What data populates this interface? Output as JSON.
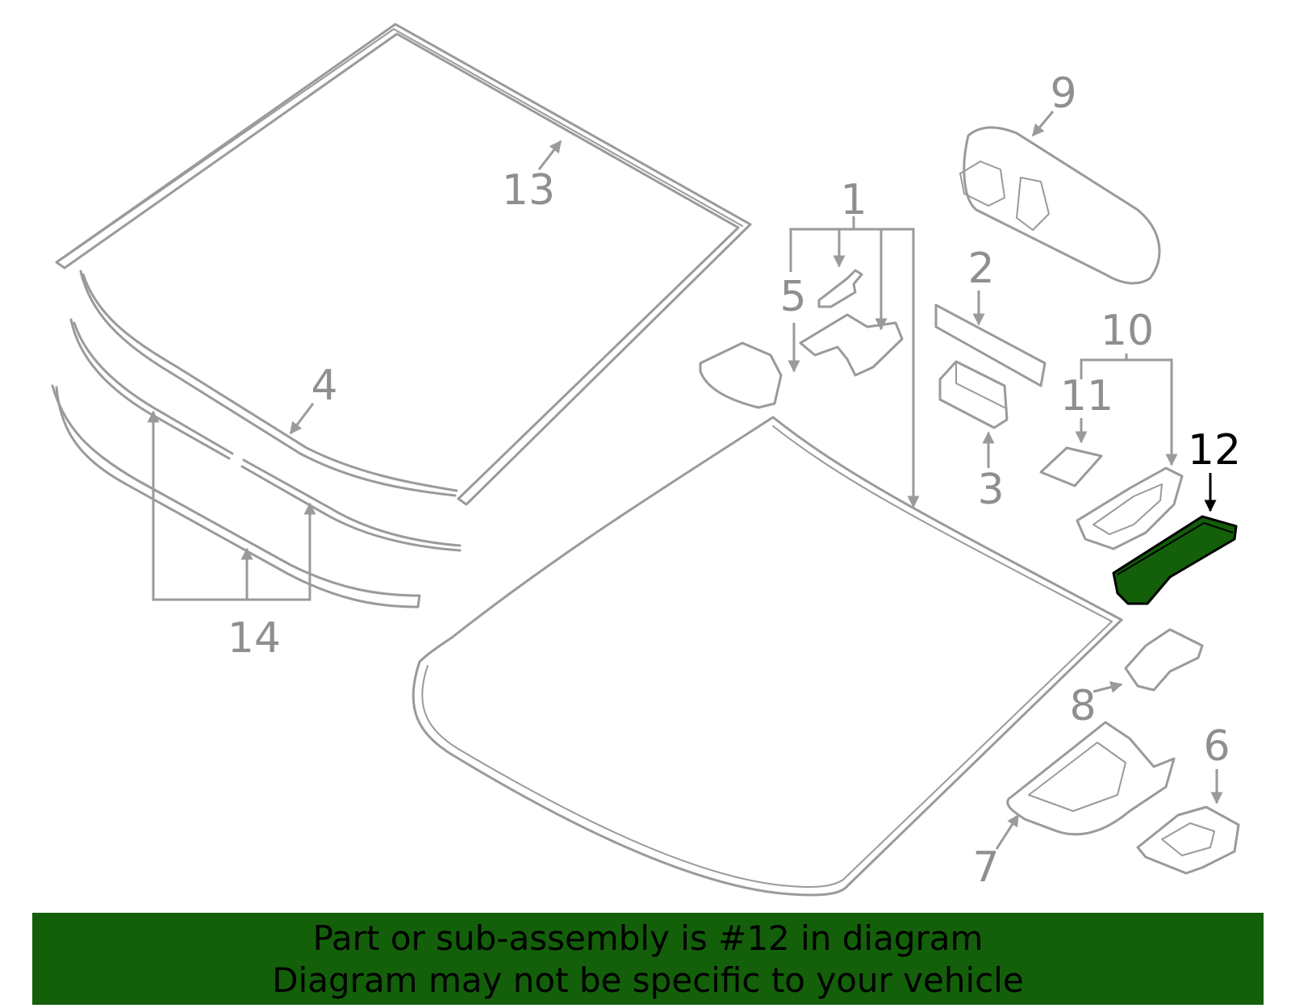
{
  "callouts": {
    "c1": "1",
    "c2": "2",
    "c3": "3",
    "c4": "4",
    "c5": "5",
    "c6": "6",
    "c7": "7",
    "c8": "8",
    "c9": "9",
    "c10": "10",
    "c11": "11",
    "c12": "12",
    "c13": "13",
    "c14": "14"
  },
  "highlight": {
    "part_number": "12",
    "color": "#135f0a"
  },
  "banner": {
    "line1": "Part or sub-assembly is #12 in diagram",
    "line2": "Diagram may not be specific to your vehicle"
  }
}
